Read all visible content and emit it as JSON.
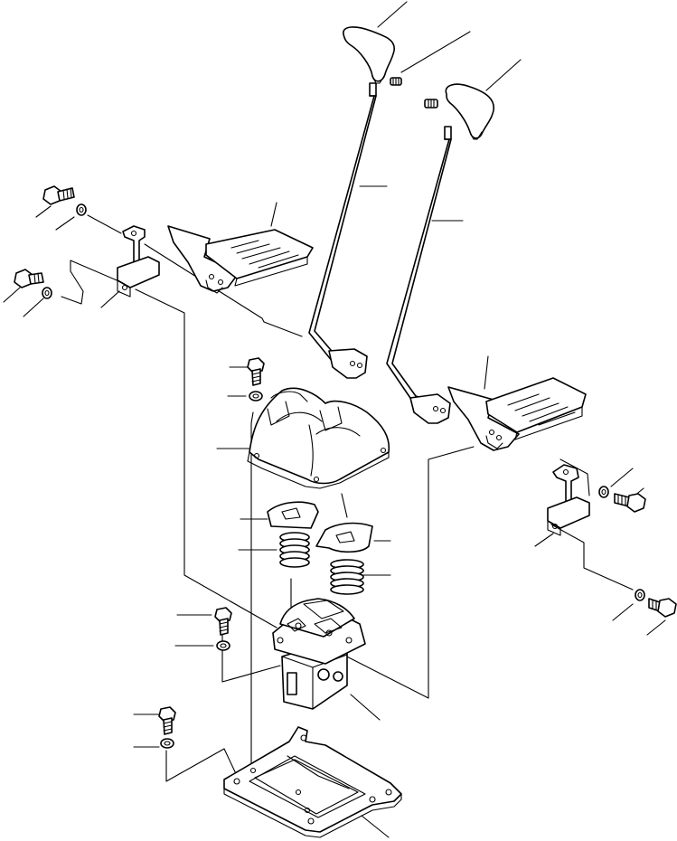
{
  "diagram": {
    "type": "exploded-parts-drawing",
    "colors": {
      "ink": "#000000",
      "paper": "#ffffff"
    },
    "parts": [
      {
        "name": "lever-knob-left",
        "icon": "knob-icon"
      },
      {
        "name": "lever-knob-right",
        "icon": "knob-icon"
      },
      {
        "name": "set-screw-left",
        "icon": "screw-icon"
      },
      {
        "name": "set-screw-right",
        "icon": "screw-icon"
      },
      {
        "name": "lever-rod-left",
        "icon": "rod-icon"
      },
      {
        "name": "lever-rod-right",
        "icon": "rod-icon"
      },
      {
        "name": "pedal-left",
        "icon": "pedal-icon"
      },
      {
        "name": "pedal-right",
        "icon": "pedal-icon"
      },
      {
        "name": "bracket-left",
        "icon": "bracket-icon"
      },
      {
        "name": "bracket-right",
        "icon": "bracket-icon"
      },
      {
        "name": "bolts-and-washers",
        "icon": "bolt-icon"
      },
      {
        "name": "valve-cover",
        "icon": "cover-icon"
      },
      {
        "name": "cam-plates",
        "icon": "plate-icon"
      },
      {
        "name": "springs",
        "icon": "spring-icon"
      },
      {
        "name": "pilot-valve-body",
        "icon": "valve-icon"
      },
      {
        "name": "base-plate",
        "icon": "plate-icon"
      }
    ]
  }
}
